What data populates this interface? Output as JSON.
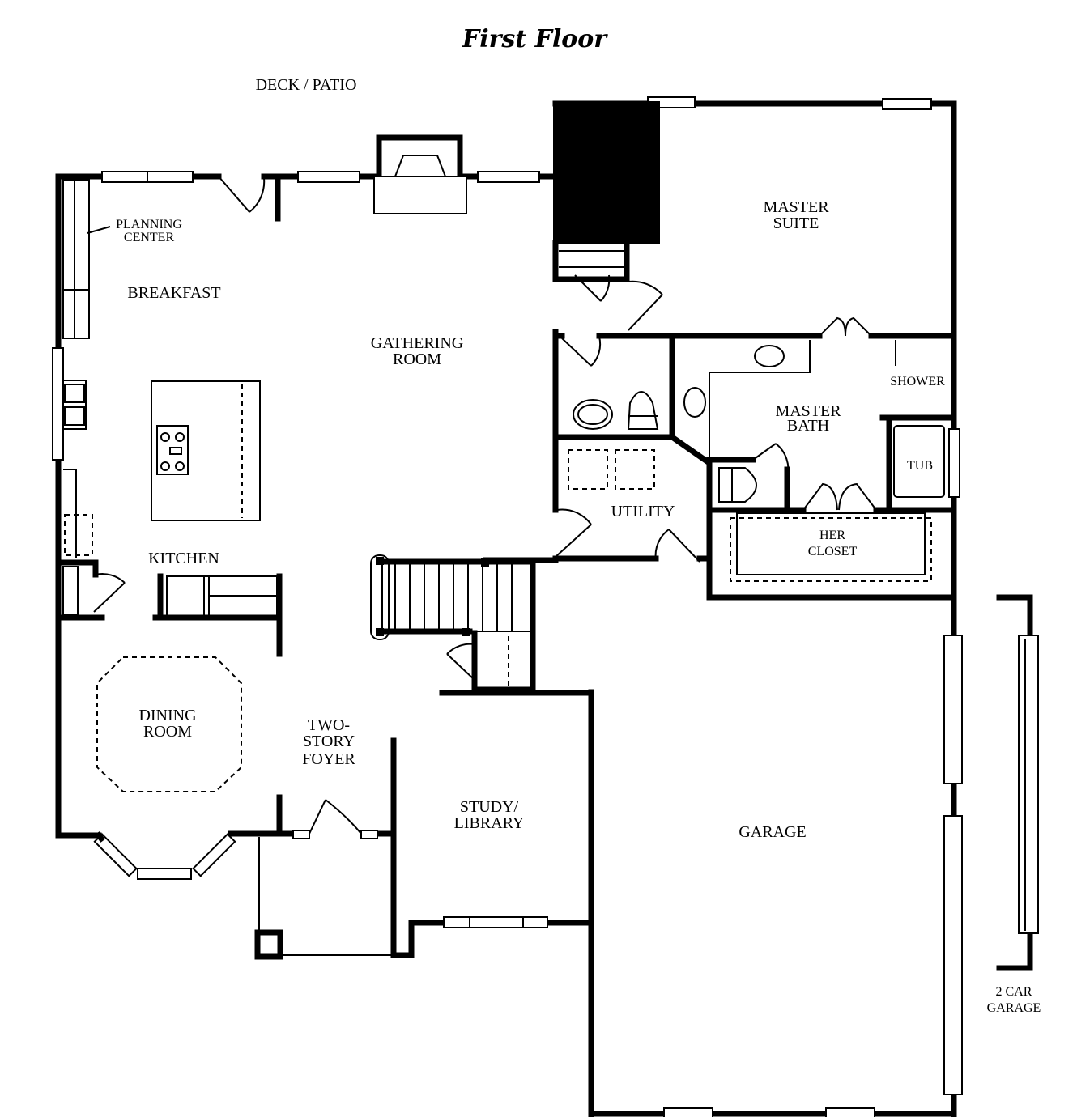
{
  "title": "First Floor",
  "rooms": {
    "deck_patio": "DECK / PATIO",
    "planning_center": [
      "PLANNING",
      "CENTER"
    ],
    "breakfast": "BREAKFAST",
    "gathering_room": [
      "GATHERING",
      "ROOM"
    ],
    "master_suite": [
      "MASTER",
      "SUITE"
    ],
    "shower": "SHOWER",
    "master_bath": [
      "MASTER",
      "BATH"
    ],
    "tub": "TUB",
    "utility": "UTILITY",
    "her_closet": [
      "HER",
      "CLOSET"
    ],
    "kitchen": "KITCHEN",
    "dining_room": [
      "DINING",
      "ROOM"
    ],
    "two_story_foyer": [
      "TWO-",
      "STORY",
      "FOYER"
    ],
    "study_library": [
      "STUDY/",
      "LIBRARY"
    ],
    "garage": "GARAGE",
    "two_car_garage": [
      "2 CAR",
      "GARAGE"
    ]
  }
}
